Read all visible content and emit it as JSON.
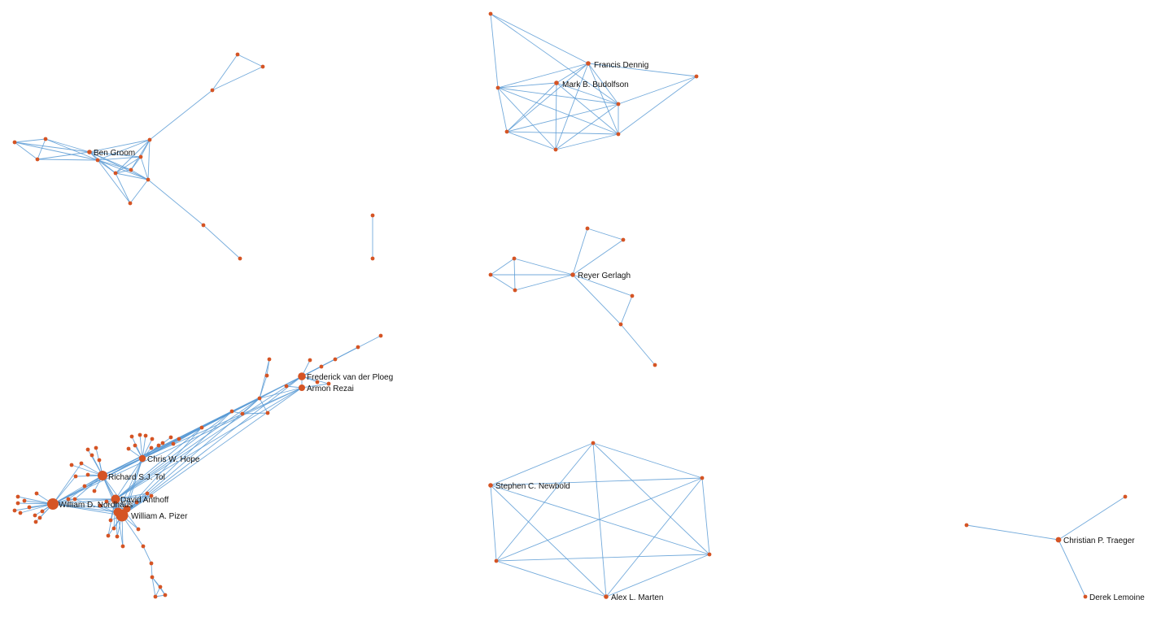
{
  "graph": {
    "edge_color": "#5b9bd5",
    "node_color": "#d55424",
    "labels": {
      "francis_dennig": "Francis Dennig",
      "mark_budolfson": "Mark B. Budolfson",
      "ben_groom": "Ben Groom",
      "reyer_gerlagh": "Reyer Gerlagh",
      "frederick_van_der_ploeg": "Frederick van der Ploeg",
      "armon_rezai": "Armon Rezai",
      "chris_hope": "Chris W. Hope",
      "richard_tol": "Richard S.J. Tol",
      "david_anthoff": "David Anthoff",
      "william_nordhaus": "William D. Nordhaus",
      "william_pizer": "William A. Pizer",
      "stephen_newbold": "Stephen C. Newbold",
      "alex_marten": "Alex L. Marten",
      "christian_traeger": "Christian P. Traeger",
      "derek_lemoine": "Derek Lemoine"
    }
  }
}
